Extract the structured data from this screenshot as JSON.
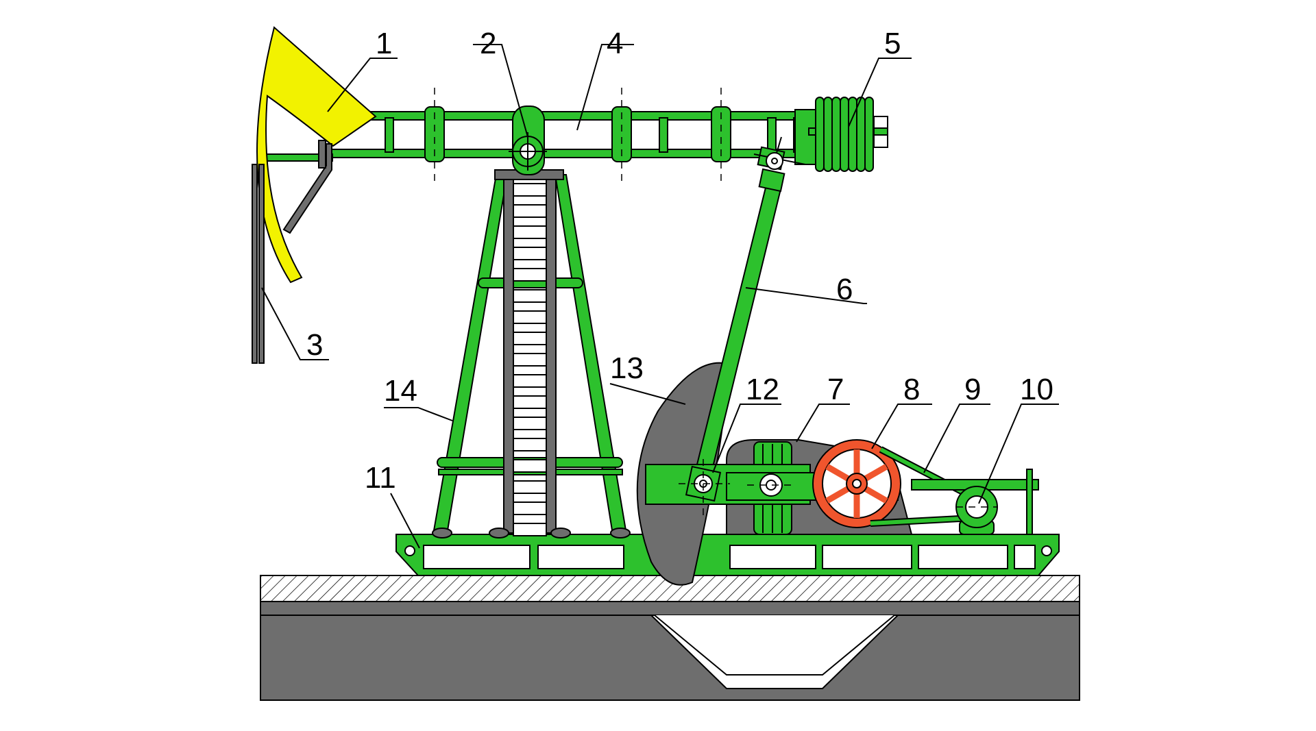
{
  "diagram": {
    "colors": {
      "frame_green": "#2dc12d",
      "horsehead_yellow": "#f2f200",
      "flywheel_red": "#f0552d",
      "gray": "#6e6e6e",
      "outline": "#000000"
    },
    "callouts": [
      {
        "id": "1",
        "text": "1"
      },
      {
        "id": "2",
        "text": "2"
      },
      {
        "id": "3",
        "text": "3"
      },
      {
        "id": "4",
        "text": "4"
      },
      {
        "id": "5",
        "text": "5"
      },
      {
        "id": "6",
        "text": "6"
      },
      {
        "id": "7",
        "text": "7"
      },
      {
        "id": "8",
        "text": "8"
      },
      {
        "id": "9",
        "text": "9"
      },
      {
        "id": "10",
        "text": "10"
      },
      {
        "id": "11",
        "text": "11"
      },
      {
        "id": "12",
        "text": "12"
      },
      {
        "id": "13",
        "text": "13"
      },
      {
        "id": "14",
        "text": "14"
      }
    ]
  }
}
